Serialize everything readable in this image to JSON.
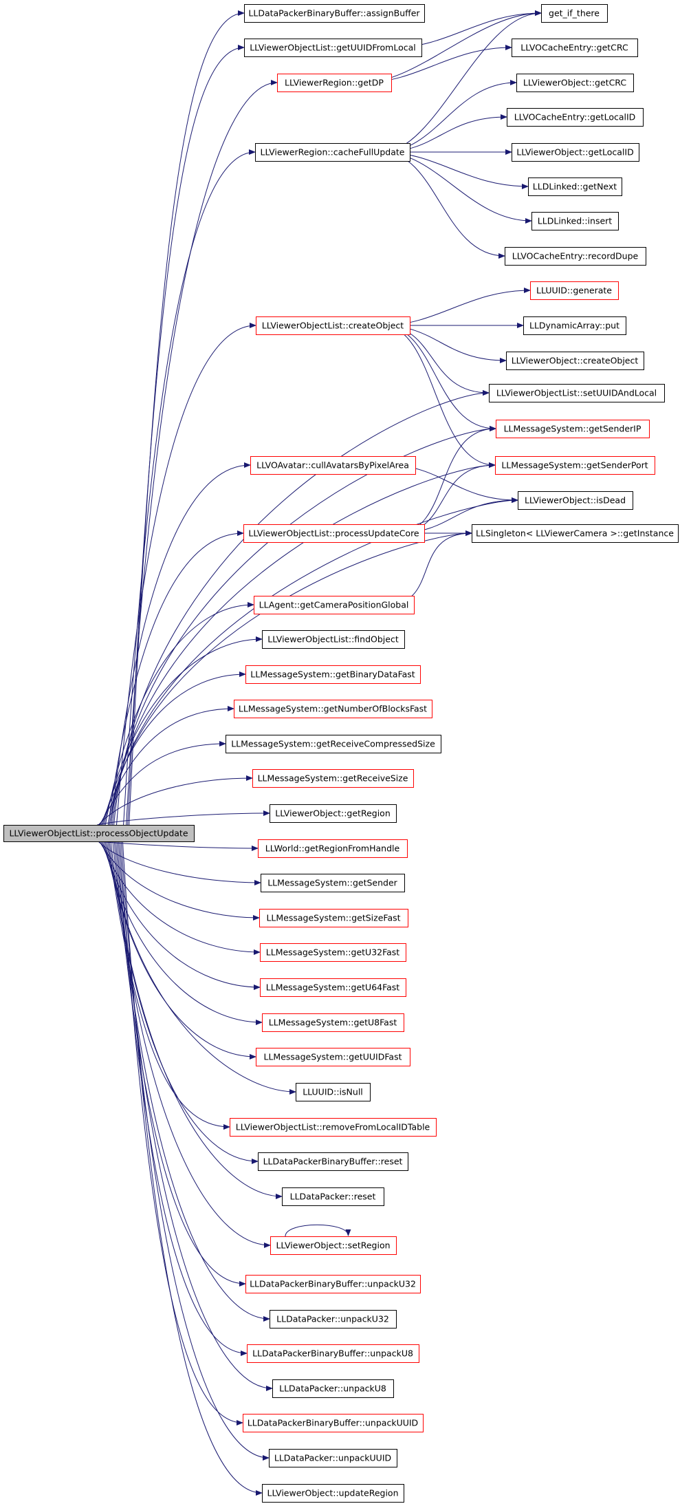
{
  "title": "",
  "colors": {
    "edge": "#191970",
    "border_plain": "#000000",
    "border_link": "#ff0000",
    "root_fill": "#bfbfbf",
    "node_fill": "#ffffff"
  },
  "root": {
    "id": "processObjectUpdate",
    "label": "LLViewerObjectList::processObjectUpdate"
  },
  "nodes": [
    {
      "id": "assignBuffer",
      "label": "LLDataPackerBinaryBuffer::assignBuffer",
      "border": "plain"
    },
    {
      "id": "getUUIDFromLocal",
      "label": "LLViewerObjectList::getUUIDFromLocal",
      "border": "plain"
    },
    {
      "id": "getDP",
      "label": "LLViewerRegion::getDP",
      "border": "link"
    },
    {
      "id": "cacheFullUpdate",
      "label": "LLViewerRegion::cacheFullUpdate",
      "border": "plain"
    },
    {
      "id": "get_if_there",
      "label": "get_if_there",
      "border": "plain"
    },
    {
      "id": "vocGetCRC",
      "label": "LLVOCacheEntry::getCRC",
      "border": "plain"
    },
    {
      "id": "voGetCRC",
      "label": "LLViewerObject::getCRC",
      "border": "plain"
    },
    {
      "id": "vocGetLocalID",
      "label": "LLVOCacheEntry::getLocalID",
      "border": "plain"
    },
    {
      "id": "voGetLocalID",
      "label": "LLViewerObject::getLocalID",
      "border": "plain"
    },
    {
      "id": "getNext",
      "label": "LLDLinked::getNext",
      "border": "plain"
    },
    {
      "id": "insert",
      "label": "LLDLinked::insert",
      "border": "plain"
    },
    {
      "id": "recordDupe",
      "label": "LLVOCacheEntry::recordDupe",
      "border": "plain"
    },
    {
      "id": "generate",
      "label": "LLUUID::generate",
      "border": "link"
    },
    {
      "id": "createObject",
      "label": "LLViewerObjectList::createObject",
      "border": "link"
    },
    {
      "id": "put",
      "label": "LLDynamicArray::put",
      "border": "plain"
    },
    {
      "id": "voCreateObject",
      "label": "LLViewerObject::createObject",
      "border": "plain"
    },
    {
      "id": "setUUIDAndLocal",
      "label": "LLViewerObjectList::setUUIDAndLocal",
      "border": "plain"
    },
    {
      "id": "getSenderIP",
      "label": "LLMessageSystem::getSenderIP",
      "border": "link"
    },
    {
      "id": "cullAvatars",
      "label": "LLVOAvatar::cullAvatarsByPixelArea",
      "border": "link"
    },
    {
      "id": "getSenderPort",
      "label": "LLMessageSystem::getSenderPort",
      "border": "link"
    },
    {
      "id": "isDead",
      "label": "LLViewerObject::isDead",
      "border": "plain"
    },
    {
      "id": "processUpdateCore",
      "label": "LLViewerObjectList::processUpdateCore",
      "border": "link"
    },
    {
      "id": "getInstance",
      "label": "LLSingleton< LLViewerCamera >::getInstance",
      "border": "plain"
    },
    {
      "id": "getCameraPositionGlobal",
      "label": "LLAgent::getCameraPositionGlobal",
      "border": "link"
    },
    {
      "id": "findObject",
      "label": "LLViewerObjectList::findObject",
      "border": "plain"
    },
    {
      "id": "getBinaryDataFast",
      "label": "LLMessageSystem::getBinaryDataFast",
      "border": "link"
    },
    {
      "id": "getNumberOfBlocksFast",
      "label": "LLMessageSystem::getNumberOfBlocksFast",
      "border": "link"
    },
    {
      "id": "getReceiveCompressedSize",
      "label": "LLMessageSystem::getReceiveCompressedSize",
      "border": "plain"
    },
    {
      "id": "getReceiveSize",
      "label": "LLMessageSystem::getReceiveSize",
      "border": "link"
    },
    {
      "id": "getRegion",
      "label": "LLViewerObject::getRegion",
      "border": "plain"
    },
    {
      "id": "getRegionFromHandle",
      "label": "LLWorld::getRegionFromHandle",
      "border": "link"
    },
    {
      "id": "getSender",
      "label": "LLMessageSystem::getSender",
      "border": "plain"
    },
    {
      "id": "getSizeFast",
      "label": "LLMessageSystem::getSizeFast",
      "border": "link"
    },
    {
      "id": "getU32Fast",
      "label": "LLMessageSystem::getU32Fast",
      "border": "link"
    },
    {
      "id": "getU64Fast",
      "label": "LLMessageSystem::getU64Fast",
      "border": "link"
    },
    {
      "id": "getU8Fast",
      "label": "LLMessageSystem::getU8Fast",
      "border": "link"
    },
    {
      "id": "getUUIDFast",
      "label": "LLMessageSystem::getUUIDFast",
      "border": "link"
    },
    {
      "id": "isNull",
      "label": "LLUUID::isNull",
      "border": "plain"
    },
    {
      "id": "removeFromLocalIDTable",
      "label": "LLViewerObjectList::removeFromLocalIDTable",
      "border": "link"
    },
    {
      "id": "bbReset",
      "label": "LLDataPackerBinaryBuffer::reset",
      "border": "plain"
    },
    {
      "id": "dpReset",
      "label": "LLDataPacker::reset",
      "border": "plain"
    },
    {
      "id": "setRegion",
      "label": "LLViewerObject::setRegion",
      "border": "link"
    },
    {
      "id": "bbUnpackU32",
      "label": "LLDataPackerBinaryBuffer::unpackU32",
      "border": "link"
    },
    {
      "id": "dpUnpackU32",
      "label": "LLDataPacker::unpackU32",
      "border": "plain"
    },
    {
      "id": "bbUnpackU8",
      "label": "LLDataPackerBinaryBuffer::unpackU8",
      "border": "link"
    },
    {
      "id": "dpUnpackU8",
      "label": "LLDataPacker::unpackU8",
      "border": "plain"
    },
    {
      "id": "bbUnpackUUID",
      "label": "LLDataPackerBinaryBuffer::unpackUUID",
      "border": "link"
    },
    {
      "id": "dpUnpackUUID",
      "label": "LLDataPacker::unpackUUID",
      "border": "plain"
    },
    {
      "id": "updateRegion",
      "label": "LLViewerObject::updateRegion",
      "border": "plain"
    }
  ],
  "edges": [
    [
      "processObjectUpdate",
      "assignBuffer"
    ],
    [
      "processObjectUpdate",
      "getUUIDFromLocal"
    ],
    [
      "processObjectUpdate",
      "getDP"
    ],
    [
      "processObjectUpdate",
      "cacheFullUpdate"
    ],
    [
      "processObjectUpdate",
      "createObject"
    ],
    [
      "processObjectUpdate",
      "setUUIDAndLocal"
    ],
    [
      "processObjectUpdate",
      "getSenderIP"
    ],
    [
      "processObjectUpdate",
      "cullAvatars"
    ],
    [
      "processObjectUpdate",
      "getSenderPort"
    ],
    [
      "processObjectUpdate",
      "isDead"
    ],
    [
      "processObjectUpdate",
      "processUpdateCore"
    ],
    [
      "processObjectUpdate",
      "getInstance"
    ],
    [
      "processObjectUpdate",
      "getCameraPositionGlobal"
    ],
    [
      "processObjectUpdate",
      "findObject"
    ],
    [
      "processObjectUpdate",
      "getBinaryDataFast"
    ],
    [
      "processObjectUpdate",
      "getNumberOfBlocksFast"
    ],
    [
      "processObjectUpdate",
      "getReceiveCompressedSize"
    ],
    [
      "processObjectUpdate",
      "getReceiveSize"
    ],
    [
      "processObjectUpdate",
      "getRegion"
    ],
    [
      "processObjectUpdate",
      "getRegionFromHandle"
    ],
    [
      "processObjectUpdate",
      "getSender"
    ],
    [
      "processObjectUpdate",
      "getSizeFast"
    ],
    [
      "processObjectUpdate",
      "getU32Fast"
    ],
    [
      "processObjectUpdate",
      "getU64Fast"
    ],
    [
      "processObjectUpdate",
      "getU8Fast"
    ],
    [
      "processObjectUpdate",
      "getUUIDFast"
    ],
    [
      "processObjectUpdate",
      "isNull"
    ],
    [
      "processObjectUpdate",
      "removeFromLocalIDTable"
    ],
    [
      "processObjectUpdate",
      "bbReset"
    ],
    [
      "processObjectUpdate",
      "dpReset"
    ],
    [
      "processObjectUpdate",
      "setRegion"
    ],
    [
      "processObjectUpdate",
      "bbUnpackU32"
    ],
    [
      "processObjectUpdate",
      "dpUnpackU32"
    ],
    [
      "processObjectUpdate",
      "bbUnpackU8"
    ],
    [
      "processObjectUpdate",
      "dpUnpackU8"
    ],
    [
      "processObjectUpdate",
      "bbUnpackUUID"
    ],
    [
      "processObjectUpdate",
      "dpUnpackUUID"
    ],
    [
      "processObjectUpdate",
      "updateRegion"
    ],
    [
      "getUUIDFromLocal",
      "get_if_there"
    ],
    [
      "getDP",
      "get_if_there"
    ],
    [
      "getDP",
      "vocGetCRC"
    ],
    [
      "cacheFullUpdate",
      "get_if_there"
    ],
    [
      "cacheFullUpdate",
      "voGetCRC"
    ],
    [
      "cacheFullUpdate",
      "vocGetLocalID"
    ],
    [
      "cacheFullUpdate",
      "voGetLocalID"
    ],
    [
      "cacheFullUpdate",
      "getNext"
    ],
    [
      "cacheFullUpdate",
      "insert"
    ],
    [
      "cacheFullUpdate",
      "recordDupe"
    ],
    [
      "createObject",
      "generate"
    ],
    [
      "createObject",
      "put"
    ],
    [
      "createObject",
      "voCreateObject"
    ],
    [
      "createObject",
      "setUUIDAndLocal"
    ],
    [
      "createObject",
      "getSenderIP"
    ],
    [
      "createObject",
      "getSenderPort"
    ],
    [
      "cullAvatars",
      "isDead"
    ],
    [
      "processUpdateCore",
      "getSenderIP"
    ],
    [
      "processUpdateCore",
      "getSenderPort"
    ],
    [
      "processUpdateCore",
      "isDead"
    ],
    [
      "processUpdateCore",
      "getInstance"
    ],
    [
      "getCameraPositionGlobal",
      "getInstance"
    ],
    [
      "setRegion",
      "setRegion"
    ]
  ]
}
